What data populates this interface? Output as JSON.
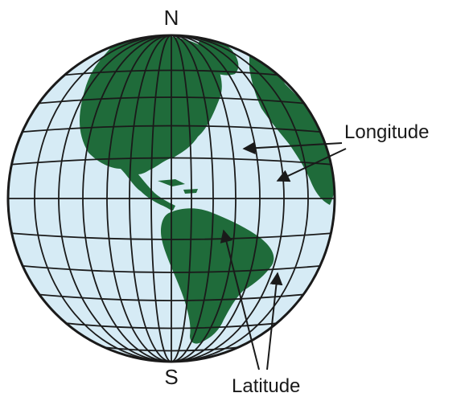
{
  "labels": {
    "north": "N",
    "south": "S",
    "longitude": "Longitude",
    "latitude": "Latitude"
  },
  "colors": {
    "ocean": "#d6ebf5",
    "land": "#1f6b3a",
    "grid": "#1a1a1a"
  }
}
